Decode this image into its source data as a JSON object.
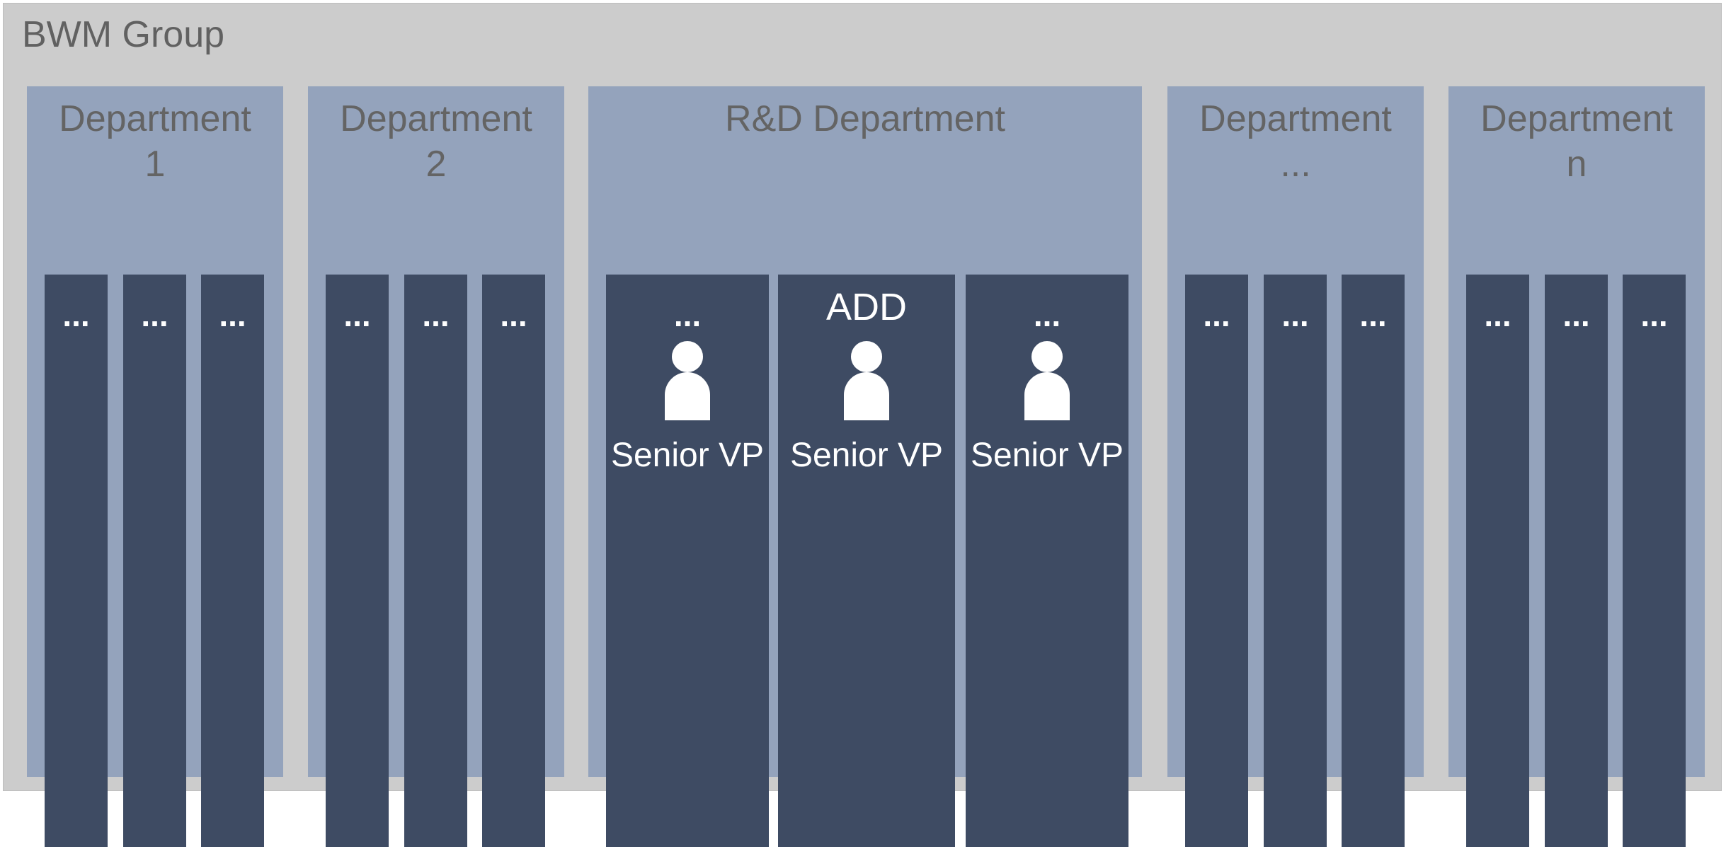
{
  "group": {
    "title": "BWM Group"
  },
  "departments": [
    {
      "title": "Department\n1",
      "columns": [
        {
          "top": "..."
        },
        {
          "top": "..."
        },
        {
          "top": "..."
        }
      ]
    },
    {
      "title": "Department\n2",
      "columns": [
        {
          "top": "..."
        },
        {
          "top": "..."
        },
        {
          "top": "..."
        }
      ]
    },
    {
      "title": "R&D Department",
      "columns": [
        {
          "top": "...",
          "role": "Senior VP",
          "icon": "person-icon"
        },
        {
          "top": "ADD",
          "role": "Senior VP",
          "icon": "person-icon"
        },
        {
          "top": "...",
          "role": "Senior VP",
          "icon": "person-icon"
        }
      ]
    },
    {
      "title": "Department\n...",
      "columns": [
        {
          "top": "..."
        },
        {
          "top": "..."
        },
        {
          "top": "..."
        }
      ]
    },
    {
      "title": "Department\nn",
      "columns": [
        {
          "top": "..."
        },
        {
          "top": "..."
        },
        {
          "top": "..."
        }
      ]
    }
  ],
  "colors": {
    "group_background": "#cccccc",
    "department_background": "#94a3bc",
    "column_background": "#3e4b63",
    "title_text": "#646464",
    "column_text": "#ffffff"
  }
}
